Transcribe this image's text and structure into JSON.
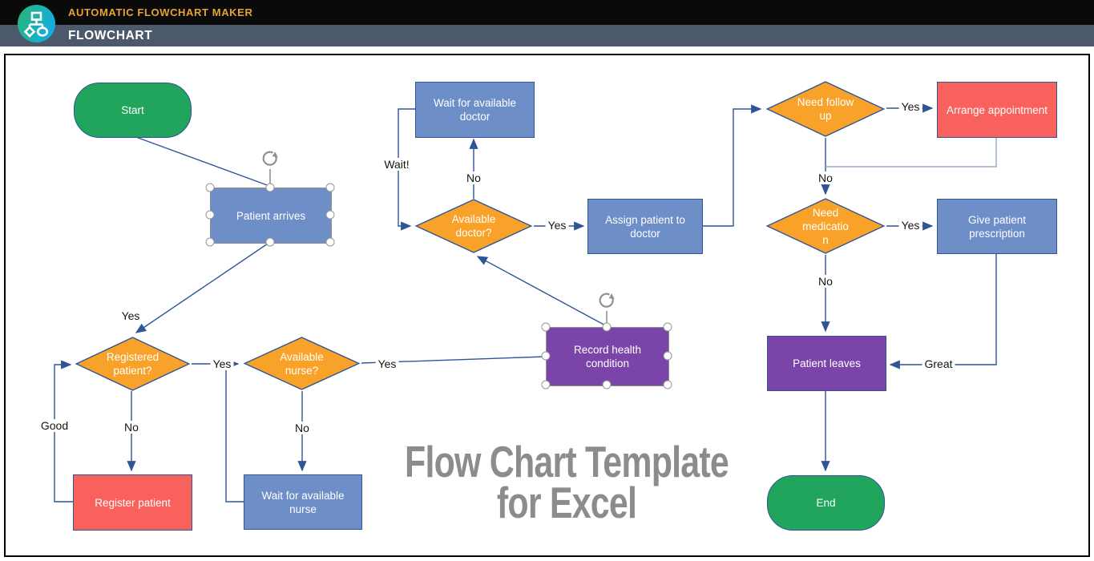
{
  "header": {
    "app_title": "AUTOMATIC FLOWCHART MAKER",
    "sheet_title": "FLOWCHART",
    "logo_icon": "flowchart-icon"
  },
  "watermark": {
    "line1": "Flow Chart Template",
    "line2": "for Excel"
  },
  "palette": {
    "process_blue": "#6e8ec8",
    "decision_orange": "#f9a22a",
    "alert_red": "#f9615c",
    "record_purple": "#7b44a9",
    "terminator_green": "#21a45b",
    "outline_navy": "#2f5597",
    "light_connector": "#93a9d1",
    "header_accent": "#e5a42f",
    "header_bar": "#4c596a",
    "watermark_gray": "#8c8c8c"
  },
  "flowchart": {
    "nodes": [
      {
        "id": "start",
        "type": "terminator",
        "label": "Start",
        "selected": false
      },
      {
        "id": "patient-arrives",
        "type": "process",
        "label": "Patient arrives",
        "selected": true
      },
      {
        "id": "registered-patient",
        "type": "decision",
        "label": "Registered patient?",
        "selected": false
      },
      {
        "id": "register-patient",
        "type": "process",
        "label": "Register patient",
        "selected": false
      },
      {
        "id": "available-nurse",
        "type": "decision",
        "label": "Available nurse?",
        "selected": false
      },
      {
        "id": "wait-available-nurse",
        "type": "process",
        "label": "Wait for available nurse",
        "selected": false
      },
      {
        "id": "wait-available-doctor",
        "type": "process",
        "label": "Wait for available doctor",
        "selected": false
      },
      {
        "id": "available-doctor",
        "type": "decision",
        "label": "Available doctor?",
        "selected": false
      },
      {
        "id": "assign-patient-to-doctor",
        "type": "process",
        "label": "Assign patient to doctor",
        "selected": false
      },
      {
        "id": "record-health-condition",
        "type": "process",
        "label": "Record health condition",
        "selected": true
      },
      {
        "id": "need-follow-up",
        "type": "decision",
        "label": "Need follow up",
        "selected": false
      },
      {
        "id": "arrange-appointment",
        "type": "process",
        "label": "Arrange appointment",
        "selected": false
      },
      {
        "id": "need-medication",
        "type": "decision",
        "label": "Need medication",
        "selected": false
      },
      {
        "id": "give-patient-prescription",
        "type": "process",
        "label": "Give patient prescription",
        "selected": false
      },
      {
        "id": "patient-leaves",
        "type": "process",
        "label": "Patient leaves",
        "selected": false
      },
      {
        "id": "end",
        "type": "terminator",
        "label": "End",
        "selected": false
      }
    ],
    "edge_labels": [
      {
        "text": "Yes"
      },
      {
        "text": "No"
      },
      {
        "text": "Good"
      },
      {
        "text": "Yes"
      },
      {
        "text": "No"
      },
      {
        "text": "Yes"
      },
      {
        "text": "Wait!"
      },
      {
        "text": "No"
      },
      {
        "text": "Yes"
      },
      {
        "text": "Yes"
      },
      {
        "text": "No"
      },
      {
        "text": "Yes"
      },
      {
        "text": "No"
      },
      {
        "text": "Great"
      }
    ]
  }
}
